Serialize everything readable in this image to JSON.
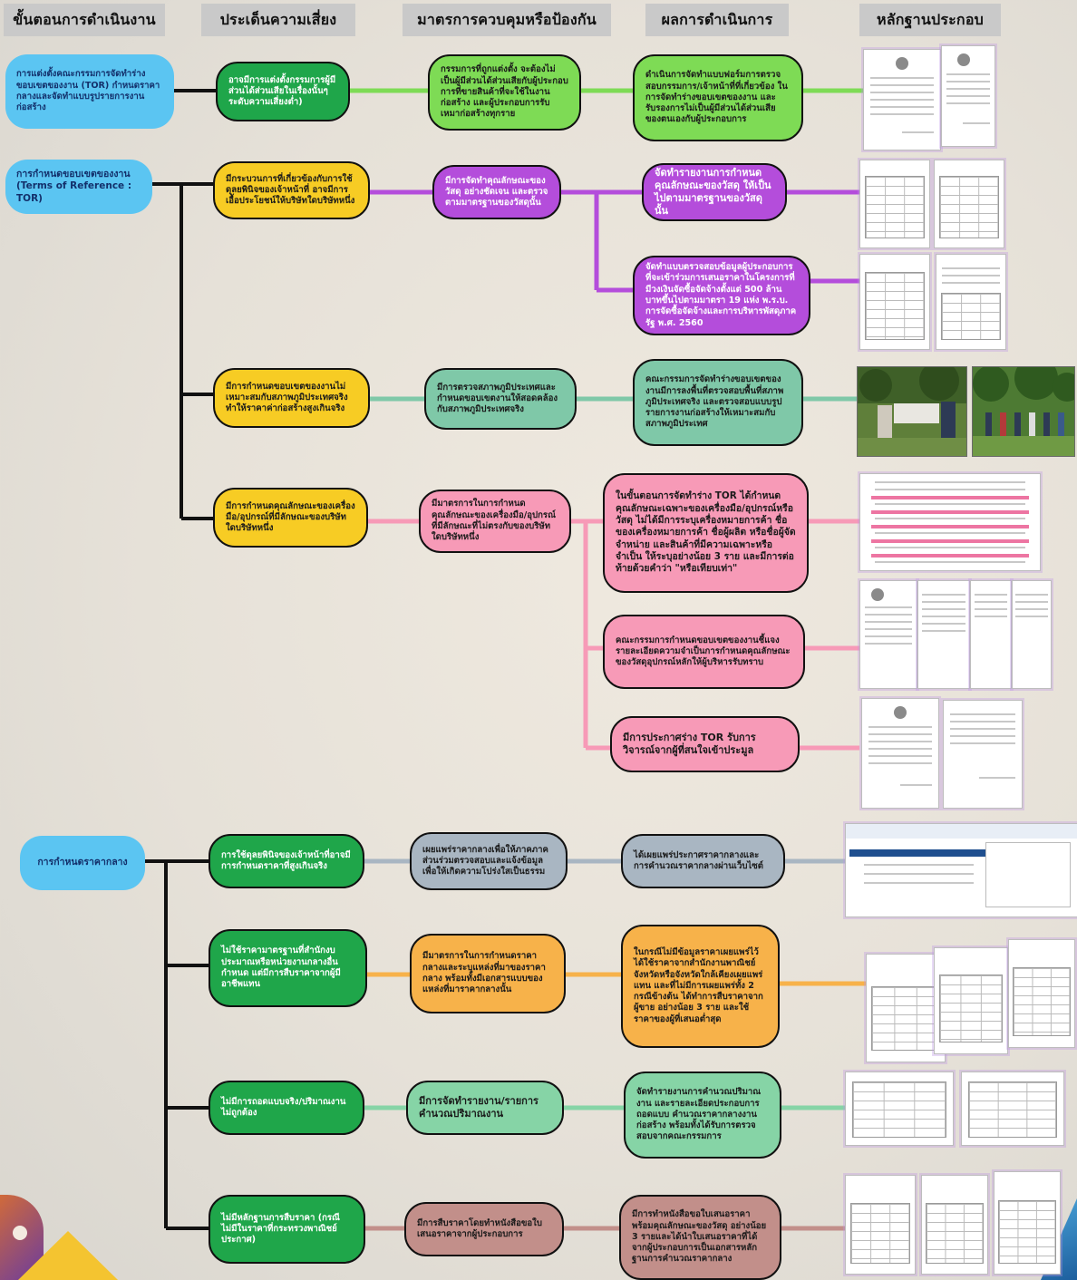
{
  "headers": {
    "h1": "ขั้นตอนการดำเนินงาน",
    "h2": "ประเด็นความเสี่ยง",
    "h3": "มาตรการควบคุมหรือป้องกัน",
    "h4": "ผลการดำเนินการ",
    "h5": "หลักฐานประกอบ"
  },
  "stages": {
    "s1": "การแต่งตั้งคณะกรรมการจัดทำร่างขอบเขตของงาน (TOR) กำหนดราคากลางและจัดทำแบบรูปรายการงานก่อสร้าง",
    "s2": "การกำหนดขอบเขตของงาน (Terms of Reference : TOR)",
    "s3": "การกำหนดราคากลาง"
  },
  "risks": {
    "r1": "อาจมีการแต่งตั้งกรรมการผู้มีส่วนได้ส่วนเสียในเรื่องนั้นๆ ระดับความเสี่ยงต่ำ)",
    "r2": "มีกระบวนการที่เกี่ยวข้องกับการใช้ดุลยพินิจของเจ้าหน้าที่ อาจมีการเอื้อประโยชน์ให้บริษัทใดบริษัทหนึ่ง",
    "r3": "มีการกำหนดขอบเขตของงานไม่เหมาะสมกับสภาพภูมิประเทศจริง ทำให้ราคาค่าก่อสร้างสูงเกินจริง",
    "r4": "มีการกำหนดคุณลักษณะของเครื่องมือ/อุปกรณ์ที่มีลักษณะของบริษัทใดบริษัทหนึ่ง",
    "r5": "การใช้ดุลยพินิจของเจ้าหน้าที่อาจมีการกำหนดราคาที่สูงเกินจริง",
    "r6": "ไม่ใช้ราคามาตรฐานที่สำนักงบประมาณหรือหน่วยงานกลางอื่นกำหนด แต่มีการสืบราคาจากผู้มีอาชีพแทน",
    "r7": "ไม่มีการถอดแบบจริง/ปริมาณงานไม่ถูกต้อง",
    "r8": "ไม่มีหลักฐานการสืบราคา (กรณีไม่มีในราคาที่กระทรวงพาณิชย์ประกาศ)"
  },
  "controls": {
    "c1": "กรรมการที่ถูกแต่งตั้ง จะต้องไม่เป็นผู้มีส่วนได้ส่วนเสียกับผู้ประกอบการที่ขายสินค้าที่จะใช้ในงานก่อสร้าง และผู้ประกอบการรับเหมาก่อสร้างทุกราย",
    "c2": "มีการจัดทำคุณลักษณะของวัสดุ อย่างชัดเจน และตรวจตามมาตรฐานของวัสดุนั้น",
    "c3": "มีการตรวจสภาพภูมิประเทศและกำหนดขอบเขตงานให้สอดคล้องกับสภาพภูมิประเทศจริง",
    "c4": "มีมาตรการในการกำหนดคุณลักษณะของเครื่องมือ/อุปกรณ์ที่มีลักษณะที่ไม่ตรงกับของบริษัทใดบริษัทหนึ่ง",
    "c5": "เผยแพร่ราคากลางเพื่อให้ภาคภาคส่วนร่วมตรวจสอบและแจ้งข้อมูลเพื่อให้เกิดความโปร่งใสเป็นธรรม",
    "c6": "มีมาตรการในการกำหนดราคากลางและระบุแหล่งที่มาของราคากลาง พร้อมทั้งมีเอกสารแบบของแหล่งที่มาราคากลางนั้น",
    "c7": "มีการจัดทำรายงาน/รายการคำนวณปริมาณงาน",
    "c8": "มีการสืบราคาโดยทำหนังสือขอใบเสนอราคาจากผู้ประกอบการ"
  },
  "results": {
    "o1": "ดำเนินการจัดทำแบบฟอร์มการตรวจสอบกรรมการ/เจ้าหน้าที่ที่เกี่ยวข้อง ในการจัดทำร่างขอบเขตของงาน และรับรองการไม่เป็นผู้มีส่วนได้ส่วนเสียของตนเองกับผู้ประกอบการ",
    "o2a": "จัดทำรายงานการกำหนดคุณลักษณะของวัสดุ ให้เป็นไปตามมาตรฐานของวัสดุนั้น",
    "o2b": "จัดทำแบบตรวจสอบข้อมูลผู้ประกอบการที่จะเข้าร่วมการเสนอราคาในโครงการที่มีวงเงินจัดซื้อจัดจ้างตั้งแต่ 500 ล้านบาทขึ้นไปตามมาตรา 19 แห่ง พ.ร.บ. การจัดซื้อจัดจ้างและการบริหารพัสดุภาครัฐ พ.ศ. 2560",
    "o3": "คณะกรรมการจัดทำร่างขอบเขตของงานมีการลงพื้นที่ตรวจสอบพื้นที่สภาพภูมิประเทศจริง และตรวจสอบแบบรูปรายการงานก่อสร้างให้เหมาะสมกับสภาพภูมิประเทศ",
    "o4a": "ในขั้นตอนการจัดทำร่าง TOR ได้กำหนดคุณลักษณะเฉพาะของเครื่องมือ/อุปกรณ์หรือวัสดุ ไม่ได้มีการระบุเครื่องหมายการค้า ชื่อของเครื่องหมายการค้า ชื่อผู้ผลิต หรือชื่อผู้จัดจำหน่าย และสินค้าที่มีความเฉพาะหรือจำเป็น ให้ระบุอย่างน้อย 3 ราย และมีการต่อท้ายด้วยคำว่า \"หรือเทียบเท่า\"",
    "o4b": "คณะกรรมการกำหนดขอบเขตของงานชี้แจงรายละเอียดความจำเป็นการกำหนดคุณลักษณะของวัสดุอุปกรณ์หลักให้ผู้บริหารรับทราบ",
    "o4c": "มีการประกาศร่าง TOR รับการวิจารณ์จากผู้ที่สนใจเข้าประมูล",
    "o5": "ได้เผยแพร่ประกาศราคากลางและการคำนวณราคากลางผ่านเว็บไซต์",
    "o6": "ในกรณีไม่มีข้อมูลราคาเผยแพร่ไว้ ได้ใช้ราคาจากสำนักงานพาณิชย์จังหวัดหรือจังหวัดใกล้เคียงเผยแพร่แทน และที่ไม่มีการเผยแพร่ทั้ง 2 กรณีข้างต้น ได้ทำการสืบราคาจากผู้ขาย อย่างน้อย 3 ราย และใช้ราคาของผู้ที่เสนอต่ำสุด",
    "o7": "จัดทำรายงานการคำนวณปริมาณงาน และรายละเอียดประกอบการถอดแบบ คำนวณราคากลางงานก่อสร้าง พร้อมทั้งได้รับการตรวจสอบจากคณะกรรมการ",
    "o8": "มีการทำหนังสือขอใบเสนอราคาพร้อมคุณลักษณะของวัสดุ อย่างน้อย 3 รายและได้นำใบเสนอราคาที่ได้จากผู้ประกอบการเป็นเอกสารหลักฐานการคำนวณราคากลาง"
  },
  "colors": {
    "stage": "#5bc5f2",
    "risk_green": "#1fa64a",
    "risk_yellow": "#f7cc24",
    "green": "#7edb55",
    "purple": "#b44ddb",
    "teal": "#7fc8a8",
    "pink": "#f79ab7",
    "gray": "#a9b6c2",
    "orange": "#f7b24a",
    "mint": "#86d4a6",
    "rose": "#c28f8a",
    "trunk": "#111111"
  }
}
